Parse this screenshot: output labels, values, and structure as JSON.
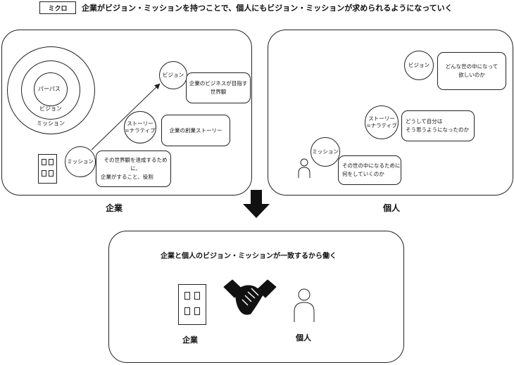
{
  "header": {
    "tag": "ミクロ",
    "title": "企業がビジョン・ミッションを持つことで、個人にもビジョン・ミッションが求められるようになっていく"
  },
  "company": {
    "rings": {
      "purpose": "パーパス",
      "vision": "ビジョン",
      "mission": "ミッション"
    },
    "vision_node": "ビジョン",
    "story_node_line1": "ストーリー",
    "story_node_line2": "=ナラティブ",
    "mission_node": "ミッション",
    "vision_desc_line1": "企業のビジネスが目指す",
    "vision_desc_line2": "世界観",
    "story_desc": "企業の創業ストーリー",
    "mission_desc_line1": "その世界観を達成するために、",
    "mission_desc_line2": "企業がすること、役割",
    "caption": "企業"
  },
  "individual": {
    "vision_node": "ビジョン",
    "story_node_line1": "ストーリー",
    "story_node_line2": "=ナラティブ",
    "mission_node": "ミッション",
    "vision_desc_line1": "どんな世の中になって",
    "vision_desc_line2": "欲しいのか",
    "story_desc_line1": "どうして自分は",
    "story_desc_line2": "そう思うようになったのか",
    "mission_desc_line1": "その世の中になるために",
    "mission_desc_line2": "何をしていくのか",
    "caption": "個人"
  },
  "bottom": {
    "title": "企業と個人のビジョン・ミッションが一致するから働く",
    "company_label": "企業",
    "individual_label": "個人"
  }
}
